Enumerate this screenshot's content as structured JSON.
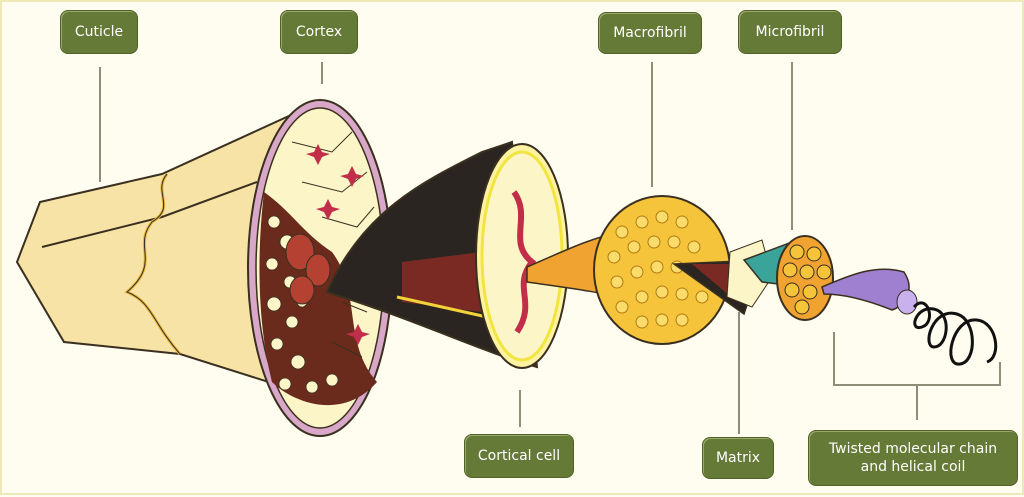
{
  "labels": {
    "cuticle": "Cuticle",
    "cortex": "Cortex",
    "macrofibril": "Macrofibril",
    "microfibril": "Microfibril",
    "cortical_cell": "Cortical cell",
    "matrix": "Matrix",
    "twisted_chain": "Twisted molecular chain\nand helical coil"
  },
  "colors": {
    "label_bg": "#647a36",
    "background": "#fffdf0",
    "cuticle_fill": "#f8e3a6",
    "cortex_cells": "#fbf5c8",
    "nucleus": "#c22d4a",
    "macrofibril_fill": "#f6c43a",
    "matrix_dark": "#2a2520",
    "helix_purple": "#9f7fd0"
  }
}
